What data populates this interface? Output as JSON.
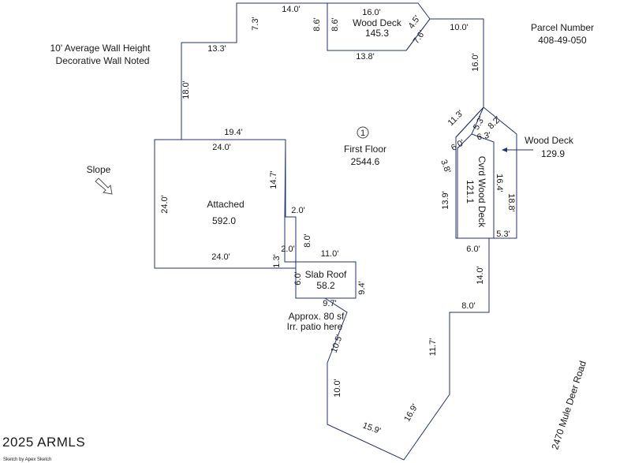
{
  "notes": {
    "wall_height": "10' Average Wall Height",
    "decorative_wall": "Decorative Wall Noted",
    "parcel_label": "Parcel Number",
    "parcel_number": "408-49-050",
    "slope": "Slope",
    "road": "2470 Mule Deer Road",
    "patio_line1": "Approx. 80 sf",
    "patio_line2": "Irr. patio here",
    "copyright": "2025 ARMLS",
    "credit": "Sketch by Apex Sketch"
  },
  "areas": {
    "first_floor_number": "1",
    "first_floor_name": "First Floor",
    "first_floor_value": "2544.6",
    "attached_name": "Attached",
    "attached_value": "592.0",
    "slab_name": "Slab Roof",
    "slab_value": "58.2",
    "deck_top_name": "Wood Deck",
    "deck_top_value": "145.3",
    "deck_right_name": "Wood Deck",
    "deck_right_value": "129.9",
    "cvrd_name": "Cvrd Wood Deck",
    "cvrd_value": "121.1"
  },
  "dimensions": {
    "d_14_0": "14.0'",
    "d_7_3": "7.3'",
    "d_13_3": "13.3'",
    "d_18_0": "18.0'",
    "d_19_4": "19.4'",
    "d_8_6_a": "8.6'",
    "d_8_6_b": "8.6'",
    "d_16_0": "16.0'",
    "d_4_5": "4.5'",
    "d_7_6": "7.6'",
    "d_13_8": "13.8'",
    "d_10_0_top": "10.0'",
    "d_16_0_right": "16.0'",
    "d_11_3": "11.3'",
    "d_5_3_a": "5.3'",
    "d_8_2": "8.2'",
    "d_6_3": "6.3'",
    "d_6_0_deck": "6.0'",
    "d_3_8": "3.8'",
    "d_13_9": "13.9'",
    "d_16_4": "16.4'",
    "d_18_8": "18.8'",
    "d_5_3_b": "5.3'",
    "d_24_0_top": "24.0'",
    "d_24_0_left": "24.0'",
    "d_24_0_bottom": "24.0'",
    "d_14_7": "14.7'",
    "d_2_0_a": "2.0'",
    "d_8_0_a": "8.0'",
    "d_2_0_b": "2.0'",
    "d_1_3": "1.3'",
    "d_11_0": "11.0'",
    "d_6_0_slab": "6.0'",
    "d_9_4": "9.4'",
    "d_9_7": "9.7'",
    "d_6_0_right": "6.0'",
    "d_14_0_right": "14.0'",
    "d_8_0_b": "8.0'",
    "d_11_7": "11.7'",
    "d_10_5": "10.5'",
    "d_10_0_left": "10.0'",
    "d_15_9": "15.9'",
    "d_16_9": "16.9'"
  }
}
